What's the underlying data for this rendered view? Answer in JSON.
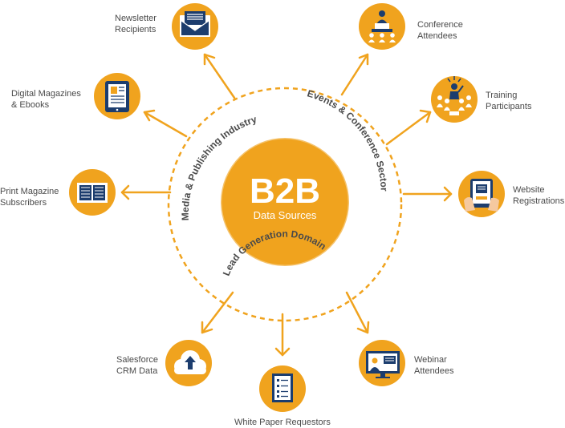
{
  "center": {
    "title": "B2B",
    "subtitle": "Data Sources"
  },
  "arc_labels": {
    "media": "Media & Publishing Industry",
    "events": "Events & Conference Sector",
    "lead": "Lead Generation Domain"
  },
  "nodes": {
    "newsletter": {
      "line1": "Newsletter",
      "line2": "Recipients",
      "icon": "envelope-icon"
    },
    "digital_magazines": {
      "line1": "Digital Magazines",
      "line2": "& Ebooks",
      "icon": "tablet-icon"
    },
    "print_magazine": {
      "line1": "Print Magazine",
      "line2": "Subscribers",
      "icon": "open-book-icon"
    },
    "salesforce": {
      "line1": "Salesforce",
      "line2": "CRM Data",
      "icon": "cloud-upload-icon"
    },
    "white_paper": {
      "line1": "White Paper Requestors",
      "icon": "checklist-document-icon"
    },
    "webinar": {
      "line1": "Webinar",
      "line2": "Attendees",
      "icon": "presenter-monitor-icon"
    },
    "website": {
      "line1": "Website",
      "line2": "Registrations",
      "icon": "hand-tablet-icon"
    },
    "training": {
      "line1": "Training",
      "line2": "Participants",
      "icon": "trainer-audience-icon"
    },
    "conference": {
      "line1": "Conference",
      "line2": "Attendees",
      "icon": "podium-speaker-icon"
    }
  },
  "colors": {
    "orange": "#f0a31e",
    "navy": "#1c3d6e",
    "text": "#4a4a4a",
    "white": "#ffffff"
  }
}
